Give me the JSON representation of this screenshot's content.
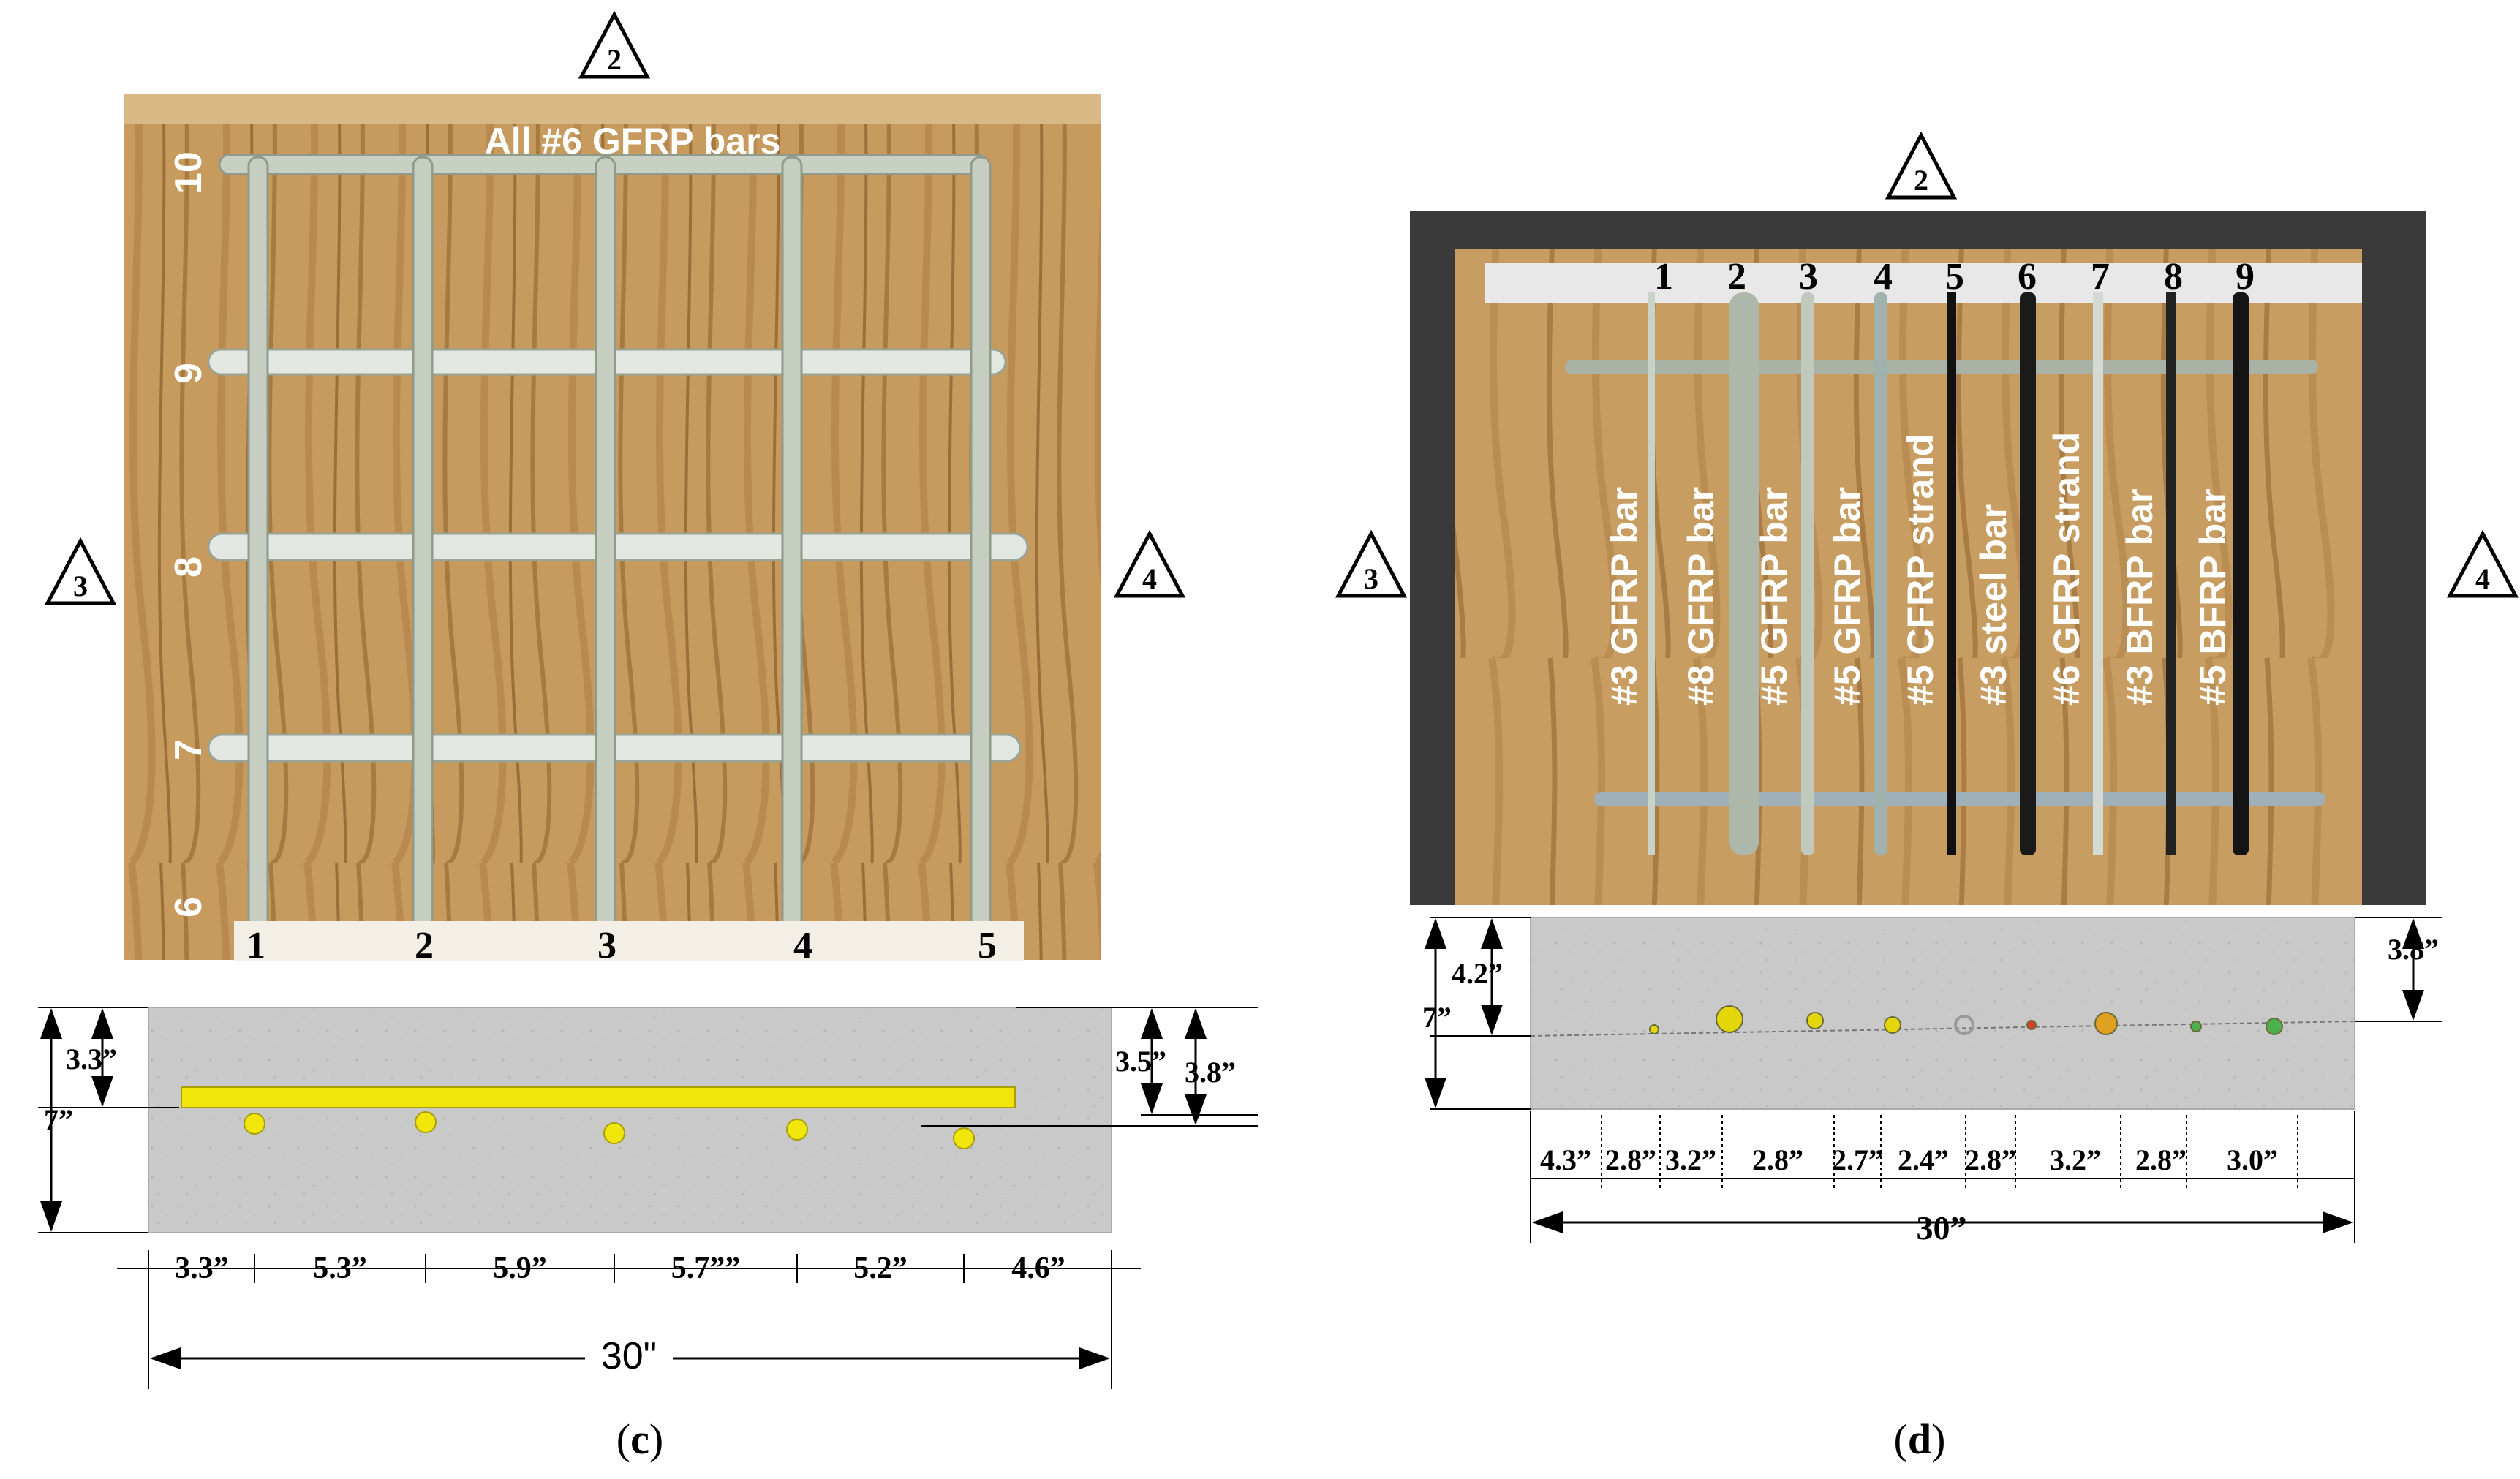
{
  "panel_c": {
    "caption_letter": "c",
    "photo_title": "All #6 GFRP bars",
    "section_markers": {
      "top": "2",
      "left": "3",
      "right": "4"
    },
    "longitudinal_bar_numbers": [
      "1",
      "2",
      "3",
      "4",
      "5"
    ],
    "transverse_bar_numbers": [
      "6",
      "7",
      "8",
      "9",
      "10"
    ],
    "cross_section": {
      "depth_label": "7”",
      "top_cover_label": "3.3”",
      "right_depth_label_1": "3.5”",
      "right_depth_label_2": "3.8”",
      "spacings": [
        "3.3”",
        "5.3”",
        "5.9”",
        "5.7””",
        "5.2”",
        "4.6”"
      ],
      "width_label": "30\""
    }
  },
  "panel_d": {
    "caption_letter": "d",
    "section_markers": {
      "top": "2",
      "left": "3",
      "right": "4"
    },
    "bar_numbers": [
      "1",
      "2",
      "3",
      "4",
      "5",
      "6",
      "7",
      "8",
      "9"
    ],
    "bar_labels": [
      "#3 GFRP bar",
      "#8 GFRP bar",
      "#5 GFRP bar",
      "#5 GFRP bar",
      "#5 CFRP strand",
      "#3 steel bar",
      "#6 GFRP strand",
      "#3 BFRP bar",
      "#5 BFRP bar"
    ],
    "cross_section": {
      "depth_label": "7”",
      "top_cover_label": "4.2”",
      "right_depth_label": "3.8”",
      "spacings": [
        "4.3”",
        "2.8”",
        "3.2”",
        "2.8”",
        "2.7”",
        "2.4”",
        "2.8”",
        "3.2”",
        "2.8”",
        "3.0”"
      ],
      "width_label": "30”",
      "bar_colors": [
        "#e3d60a",
        "#e3d60a",
        "#e3d60a",
        "#e3d60a",
        "#9a9a9a",
        "#d9402a",
        "#e0a020",
        "#4cb04c",
        "#4cb04c"
      ]
    }
  }
}
